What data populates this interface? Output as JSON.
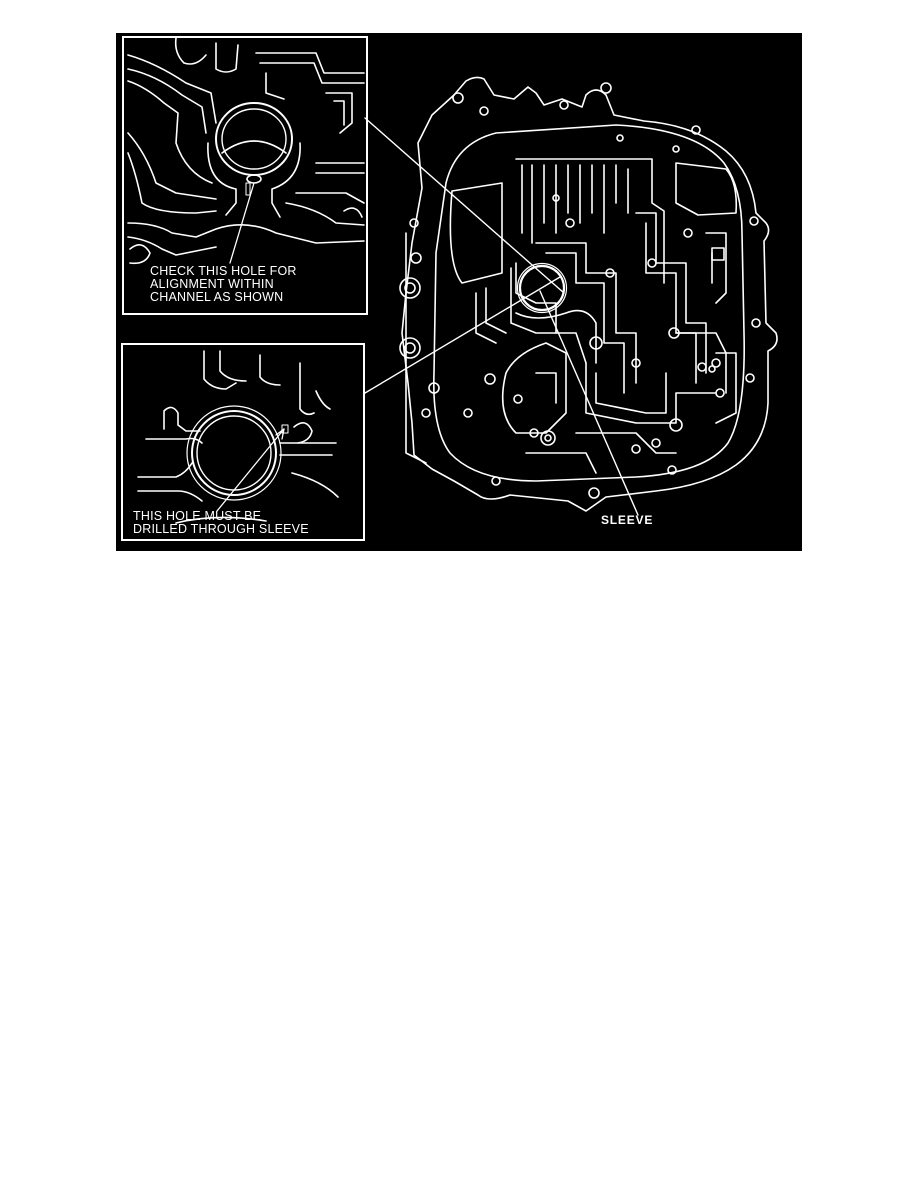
{
  "figure": {
    "background": "#000000",
    "line_color": "#ffffff",
    "insets": [
      {
        "id": "top-inset",
        "callout": "CHECK THIS HOLE FOR\nALIGNMENT WITHIN\nCHANNEL AS SHOWN"
      },
      {
        "id": "bottom-inset",
        "callout": "THIS HOLE MUST BE\nDRILLED THROUGH SLEEVE"
      }
    ],
    "main_view": {
      "part_label": "SLEEVE"
    }
  }
}
